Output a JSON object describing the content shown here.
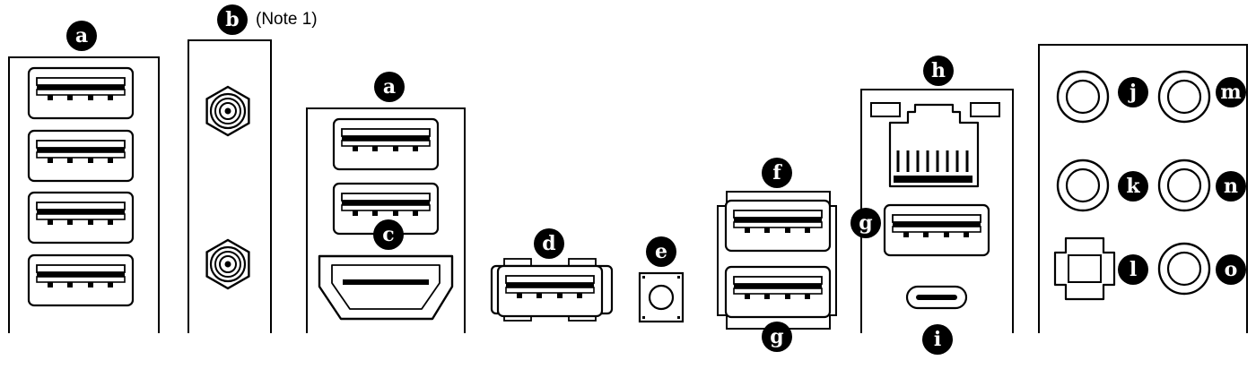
{
  "labels": {
    "a": "a",
    "b": "b",
    "c": "c",
    "d": "d",
    "e": "e",
    "f": "f",
    "g": "g",
    "h": "h",
    "i": "i",
    "j": "j",
    "k": "k",
    "l": "l",
    "m": "m",
    "n": "n",
    "o": "o"
  },
  "note": "(Note 1)",
  "colors": {
    "ink": "#000000",
    "paper": "#ffffff"
  },
  "icons": [
    "usb-a-port-icon",
    "antenna-connector-icon",
    "hdmi-port-icon",
    "usb-c-port-icon",
    "rj45-lan-port-icon",
    "audio-jack-icon",
    "optical-spdif-icon",
    "button-icon"
  ]
}
